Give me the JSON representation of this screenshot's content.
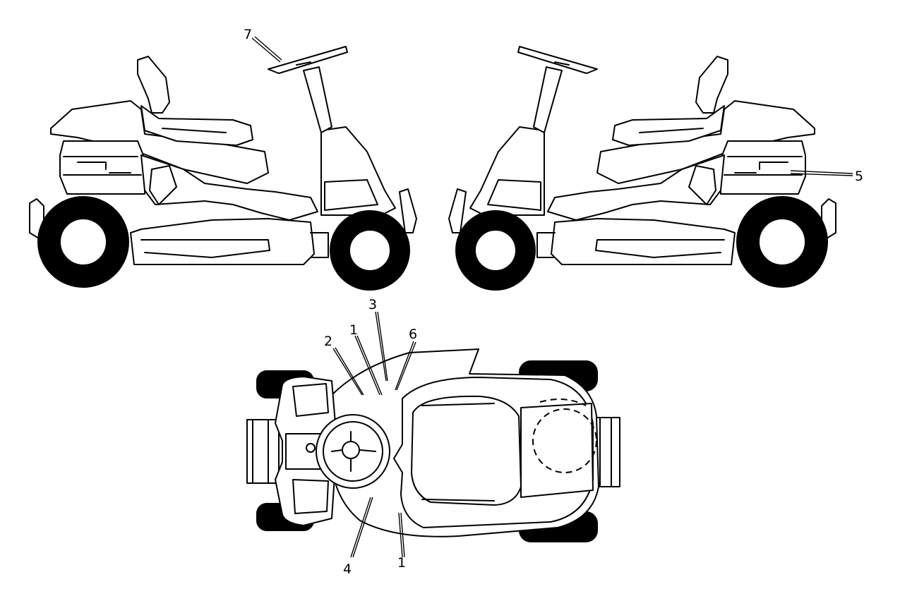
{
  "callouts": {
    "c7": "7",
    "c5": "5",
    "c3": "3",
    "c1_top": "1",
    "c6": "6",
    "c2": "2",
    "c4": "4",
    "c1_bottom": "1"
  },
  "colors": {
    "line": "#000000",
    "background": "#ffffff",
    "tire": "#000000"
  }
}
